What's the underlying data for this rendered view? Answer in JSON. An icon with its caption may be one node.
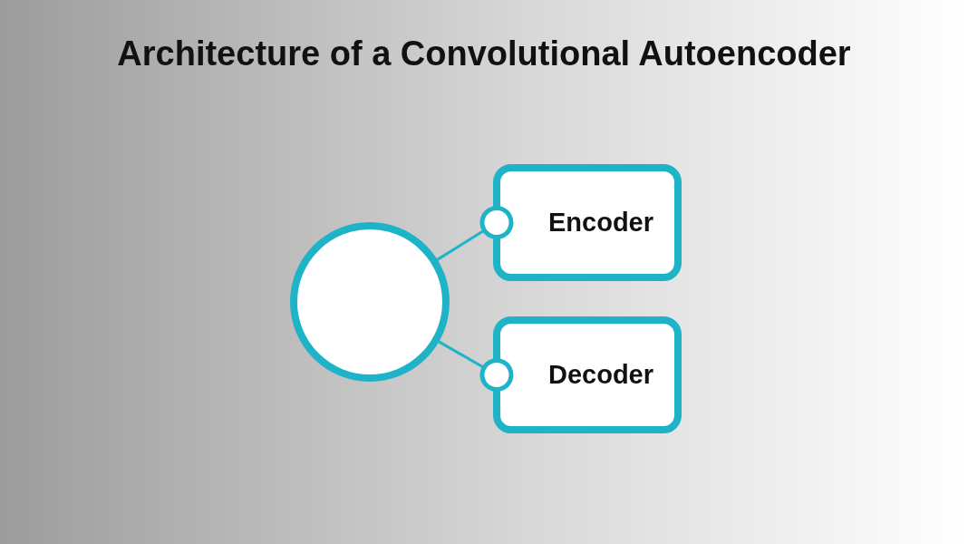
{
  "diagram": {
    "title": "Architecture of a Convolutional Autoencoder",
    "nodes": [
      {
        "text": [],
        "shape": "circle"
      },
      {
        "text": [
          "Encoder"
        ]
      },
      {
        "text": [
          "Decoder"
        ]
      }
    ],
    "edges": [
      {
        "from": 0,
        "to": 1,
        "arrow": "other"
      },
      {
        "from": 0,
        "to": 2,
        "arrow": "other"
      }
    ]
  }
}
